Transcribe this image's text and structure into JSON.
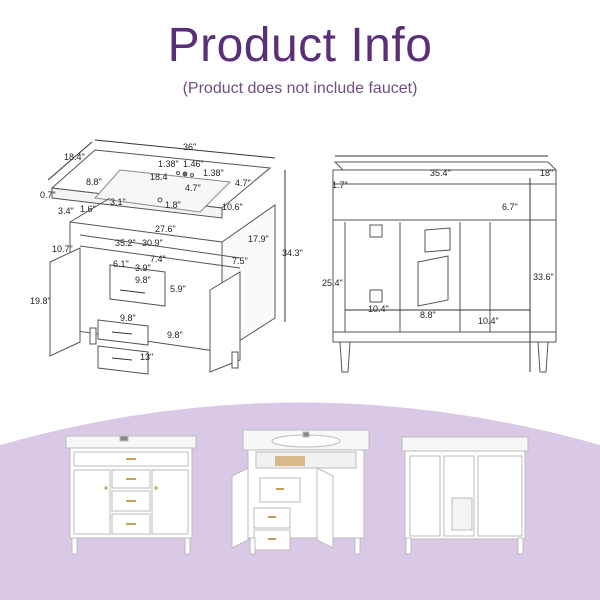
{
  "header": {
    "title": "Product Info",
    "subtitle": "(Product does not include faucet)"
  },
  "colors": {
    "title": "#5a2f78",
    "subtitle": "#6d4f86",
    "lavender": "#d9c8e6",
    "line": "#444444"
  },
  "left_diagram": {
    "labels": [
      "36\"",
      "18.4\"",
      "1.38\"",
      "1.46\"",
      "18.4",
      "1.38\"",
      "4.7\"",
      "4.7\"",
      "0.7\"",
      "8.8\"",
      "3.1\"",
      "3.4\"",
      "1.6\"",
      "1.8\"",
      "10.6\"",
      "27.6\"",
      "35.2\"",
      "30.9\"",
      "17.9\"",
      "10.7\"",
      "6.1\"",
      "7.4\"",
      "3.9\"",
      "9.8\"",
      "5.9\"",
      "19.8\"",
      "9.8\"",
      "9.8\"",
      "13\"",
      "7.5\"",
      "34.3\""
    ]
  },
  "right_diagram": {
    "labels": [
      "35.4\"",
      "18\"",
      "1.7\"",
      "6.7\"",
      "25.4\"",
      "33.6\"",
      "10.4\"",
      "8.8\"",
      "10.4\""
    ]
  }
}
